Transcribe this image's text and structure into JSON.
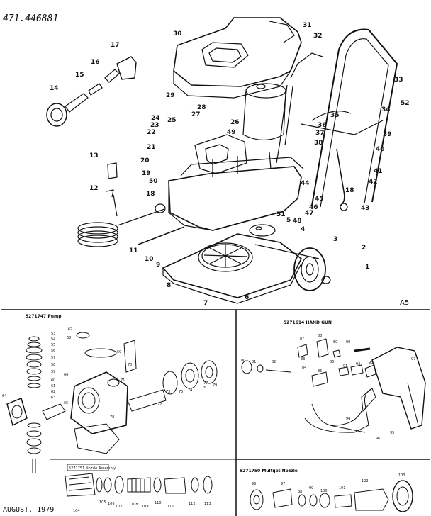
{
  "handwritten_number": "471.446881",
  "page_code": "A5",
  "date_footer": "AUGUST, 1979",
  "sections": {
    "pump": "5271747 Pump",
    "hand_gun": "5271614    HAND GUN",
    "nozzle": "5271750 Multijet Nozzle",
    "nozzle_box": "5271751 Nozzle Assembly"
  },
  "main_callouts": {
    "c1": "1",
    "c2": "2",
    "c3": "3",
    "c4": "4",
    "c5": "5",
    "c6": "6",
    "c7": "7",
    "c8": "8",
    "c9": "9",
    "c10": "10",
    "c11": "11",
    "c12": "12",
    "c13": "13",
    "c14": "14",
    "c15": "15",
    "c16": "16",
    "c17": "17",
    "c18a": "18",
    "c18b": "18",
    "c19": "19",
    "c20": "20",
    "c21": "21",
    "c22": "22",
    "c23": "23",
    "c24": "24",
    "c25": "25",
    "c26": "26",
    "c27": "27",
    "c28": "28",
    "c29": "29",
    "c30": "30",
    "c31": "31",
    "c32": "32",
    "c33": "33",
    "c34": "34",
    "c35": "35",
    "c36": "36",
    "c37": "37",
    "c38": "38",
    "c39": "39",
    "c40": "40",
    "c41": "41",
    "c42": "42",
    "c43": "43",
    "c44": "44",
    "c45": "45",
    "c46": "46",
    "c47": "47",
    "c48": "48",
    "c49": "49",
    "c50": "50",
    "c51": "51",
    "c52": "52"
  },
  "pump_callouts": {
    "p53": "53",
    "p54": "54",
    "p55": "55",
    "p56": "56",
    "p57": "57",
    "p58": "58",
    "p59": "59",
    "p60": "60",
    "p61": "61",
    "p62": "62",
    "p63": "63",
    "p64": "64",
    "p65": "65",
    "p66": "66",
    "p67": "67",
    "p68": "68",
    "p69": "69",
    "p70": "70",
    "p71": "71",
    "p72": "72",
    "p73": "73",
    "p74": "74",
    "p75": "75",
    "p76": "76",
    "p77": "77",
    "p78": "78",
    "p79": "79"
  },
  "gun_callouts": {
    "g80": "80",
    "g81": "81",
    "g82": "82",
    "g83": "83",
    "g84": "84",
    "g85": "85",
    "g86": "86",
    "g87": "87",
    "g88": "88",
    "g89": "89",
    "g90": "90",
    "g91": "91",
    "g92": "92",
    "g93": "93",
    "g94": "94",
    "g95": "95",
    "g96": "96",
    "g97": "97"
  },
  "nozzle_callouts": {
    "n96": "96",
    "n97": "97",
    "n98": "98",
    "n99": "99",
    "n100": "100",
    "n101": "101",
    "n102": "102",
    "n103": "103",
    "n104": "104",
    "n105": "105",
    "n106": "106",
    "n107": "107",
    "n108": "108",
    "n109": "109",
    "n110": "110",
    "n111": "111",
    "n112": "112",
    "n113": "113"
  }
}
